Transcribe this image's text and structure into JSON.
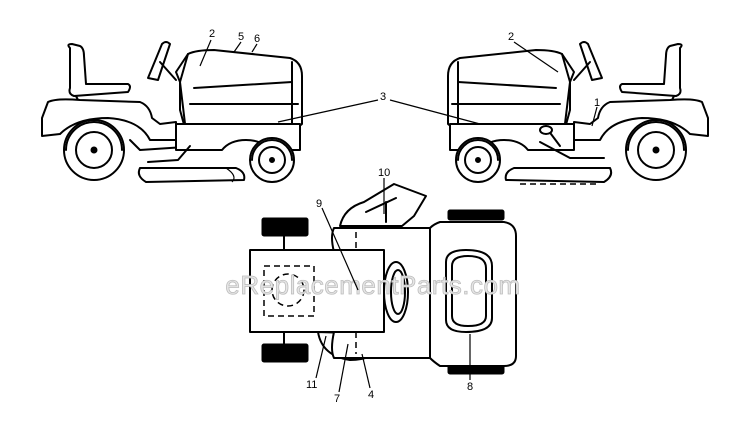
{
  "watermark": "eReplacementParts.com",
  "callouts": {
    "left": {
      "c2": "2",
      "c5": "5",
      "c6": "6",
      "c3": "3"
    },
    "right": {
      "c2": "2",
      "c1": "1"
    },
    "top": {
      "c10": "10",
      "c9": "9",
      "c8": "8",
      "c11": "11",
      "c7": "7",
      "c4": "4"
    }
  }
}
